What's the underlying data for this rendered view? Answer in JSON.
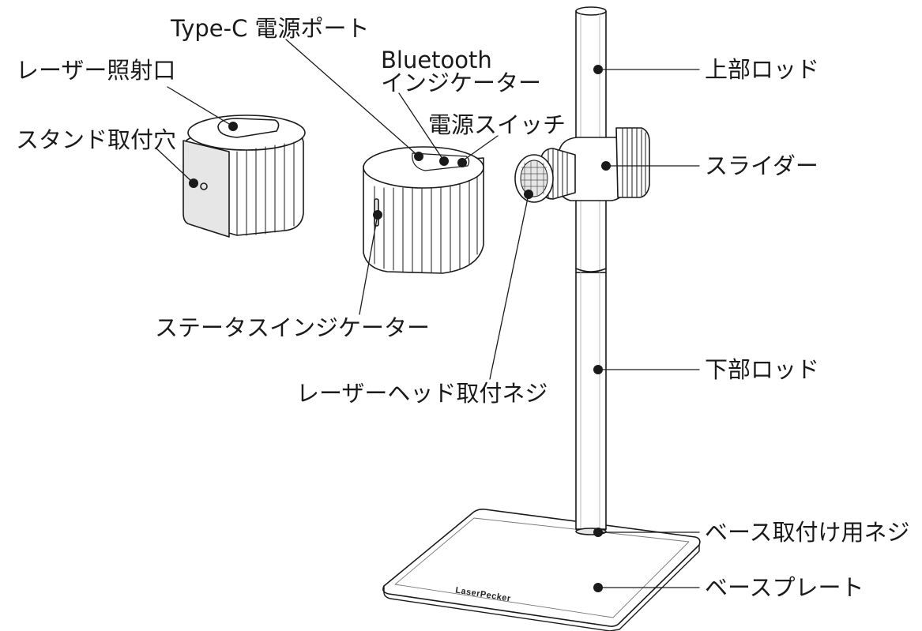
{
  "labels": {
    "type_c_port": "Type-C 電源ポート",
    "laser_emitter": "レーザー照射口",
    "bluetooth_indicator_line1": "Bluetooth",
    "bluetooth_indicator_line2": "インジケーター",
    "power_switch": "電源スイッチ",
    "stand_mount_hole": "スタンド取付穴",
    "upper_rod": "上部ロッド",
    "slider": "スライダー",
    "status_indicator": "ステータスインジケーター",
    "laser_head_mount_screw": "レーザーヘッド取付ネジ",
    "lower_rod": "下部ロッド",
    "base_mount_screw": "ベース取付け用ネジ",
    "base_plate": "ベースプレート"
  },
  "brand_text": "LaserPecker",
  "colors": {
    "line": "#1a1a1a",
    "fill": "#ffffff",
    "shade": "#e6e6e6"
  }
}
